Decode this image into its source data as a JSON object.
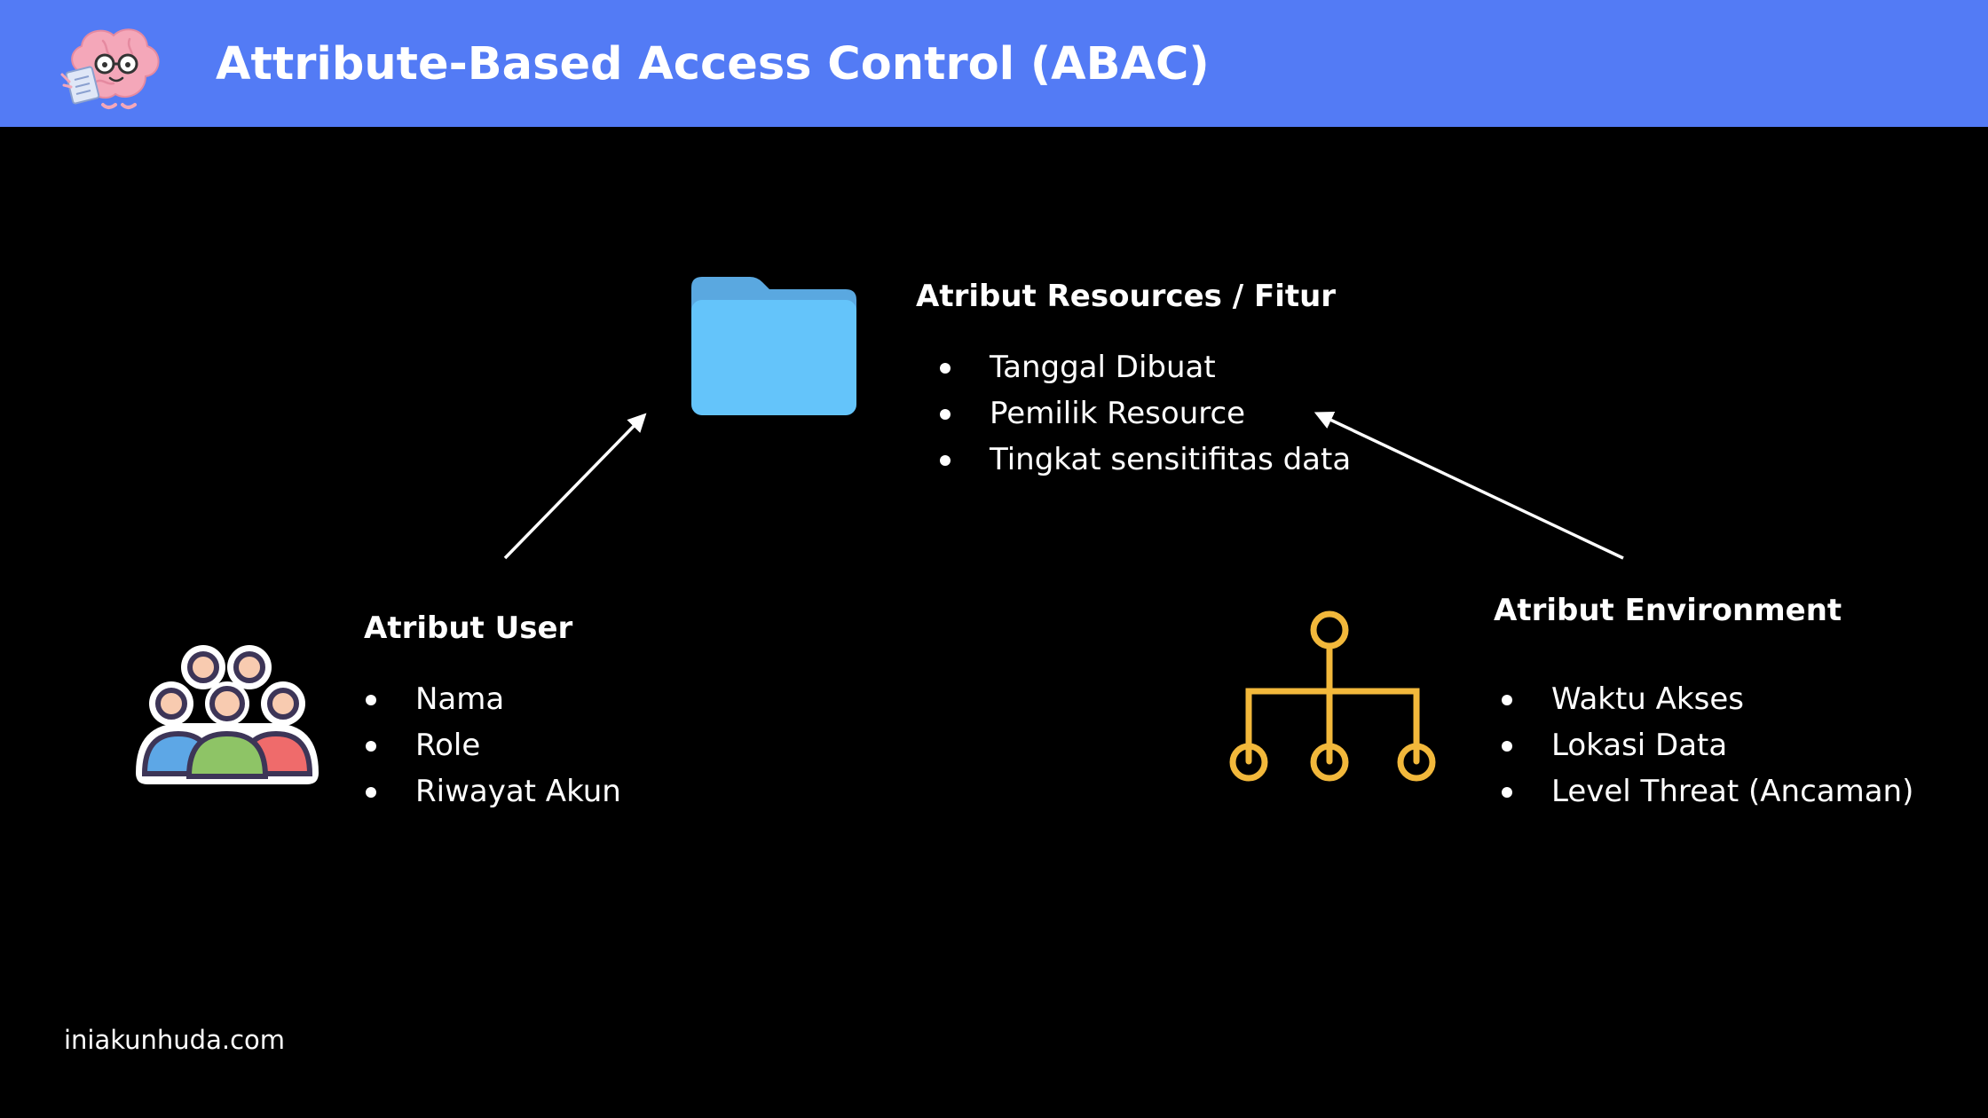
{
  "header": {
    "title": "Attribute-Based Access Control (ABAC)",
    "background_color": "#537bf5",
    "logo_icon": "brain-reading-book-icon"
  },
  "resources": {
    "heading": "Atribut Resources / Fitur",
    "items": [
      "Tanggal Dibuat",
      "Pemilik Resource",
      "Tingkat sensitifitas data"
    ],
    "icon": "folder-icon",
    "icon_color": "#64c4fa"
  },
  "user": {
    "heading": "Atribut User",
    "items": [
      "Nama",
      "Role",
      "Riwayat Akun"
    ],
    "icon": "user-group-icon"
  },
  "environment": {
    "heading": "Atribut Environment",
    "items": [
      "Waktu Akses",
      "Lokasi Data",
      "Level Threat (Ancaman)"
    ],
    "icon": "network-hierarchy-icon",
    "icon_color": "#f2b83b"
  },
  "footer": {
    "site": "iniakunhuda.com"
  }
}
